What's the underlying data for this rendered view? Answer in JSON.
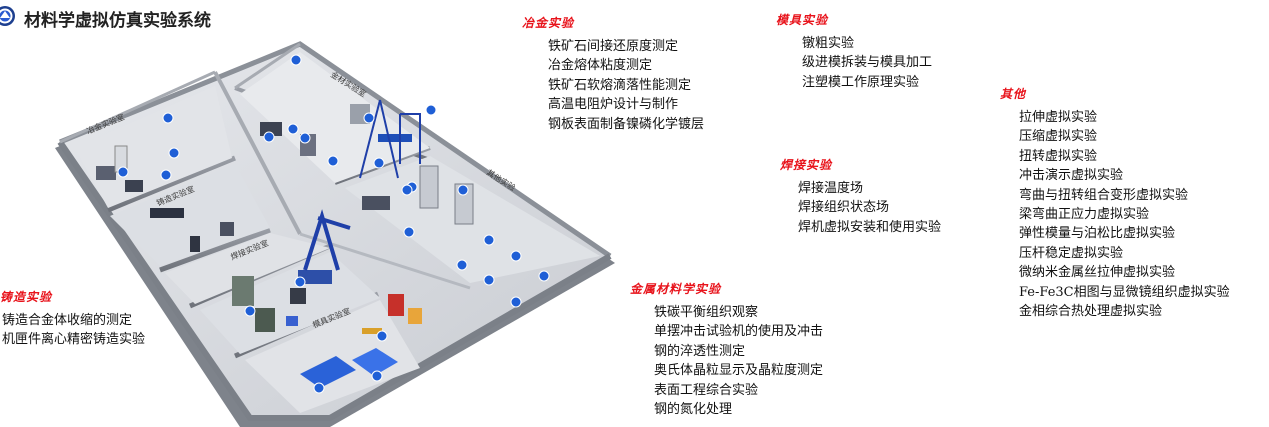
{
  "app": {
    "title": "材料学虚拟仿真实验系统",
    "logo_icon": "academy-seal-icon"
  },
  "colors": {
    "section_title": "#e8131b",
    "item_text": "#111111",
    "pin": "#1f5fd6"
  },
  "rooms": [
    {
      "label": "冶金实验室"
    },
    {
      "label": "金材实验室"
    },
    {
      "label": "铸造实验室"
    },
    {
      "label": "焊接实验室"
    },
    {
      "label": "模具实验室"
    },
    {
      "label": "其他实验"
    }
  ],
  "sections": {
    "yejin": {
      "title": "冶金实验",
      "items": [
        "铁矿石间接还原度测定",
        "冶金熔体粘度测定",
        "铁矿石软熔滴落性能测定",
        "高温电阻炉设计与制作",
        "钢板表面制备镍磷化学镀层"
      ]
    },
    "mojv": {
      "title": "模具实验",
      "items": [
        "镦粗实验",
        "级进模拆装与模具加工",
        "注塑模工作原理实验"
      ]
    },
    "qita": {
      "title": "其他",
      "items": [
        "拉伸虚拟实验",
        "压缩虚拟实验",
        "扭转虚拟实验",
        "冲击演示虚拟实验",
        "弯曲与扭转组合变形虚拟实验",
        "梁弯曲正应力虚拟实验",
        "弹性模量与泊松比虚拟实验",
        "压杆稳定虚拟实验",
        "微纳米金属丝拉伸虚拟实验",
        "Fe-Fe3C相图与显微镜组织虚拟实验",
        "金相综合热处理虚拟实验"
      ]
    },
    "hanjie": {
      "title": "焊接实验",
      "items": [
        "焊接温度场",
        "焊接组织状态场",
        "焊机虚拟安装和使用实验"
      ]
    },
    "jinshu": {
      "title": "金属材料学实验",
      "items": [
        "铁碳平衡组织观察",
        "单摆冲击试验机的使用及冲击",
        "钢的淬透性测定",
        "奥氏体晶粒显示及晶粒度测定",
        "表面工程综合实验",
        "钢的氮化处理"
      ]
    },
    "zhuzao": {
      "title": "铸造实验",
      "items": [
        "铸造合金体收缩的测定",
        "机匣件离心精密铸造实验"
      ]
    }
  }
}
